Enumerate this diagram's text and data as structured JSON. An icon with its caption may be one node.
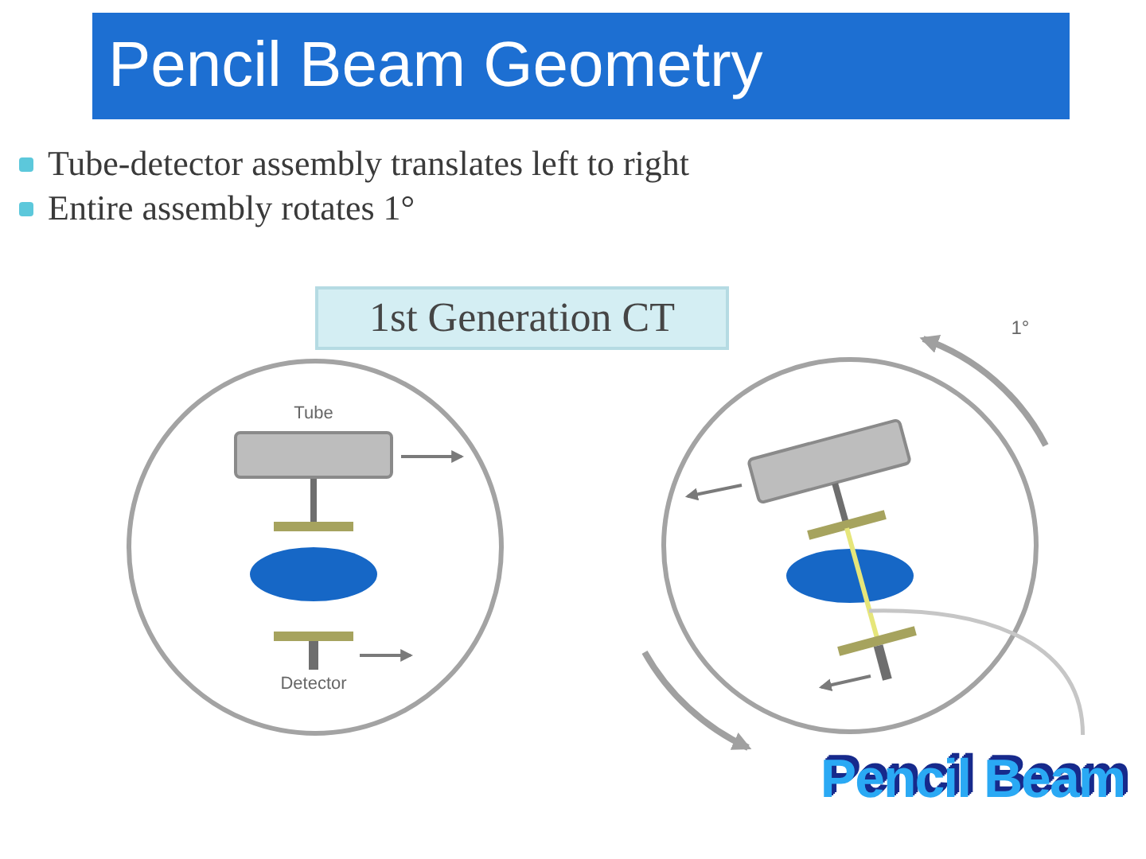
{
  "diagram": {
    "title": "Pencil Beam Geometry",
    "nodes": [
      {
        "text": [
          "1st Generation CT"
        ]
      },
      {
        "text": [],
        "shape": "picture"
      },
      {
        "text": [],
        "shape": "picture"
      },
      {
        "text": [
          "Pencil Beam"
        ]
      }
    ],
    "edges": [
      {
        "from": 3,
        "to": 2,
        "arrow": "none"
      }
    ],
    "labels": [
      "Tube-detector assembly translates left to right",
      "Entire assembly rotates 1°",
      "1°",
      "Tube",
      "Detector"
    ]
  }
}
